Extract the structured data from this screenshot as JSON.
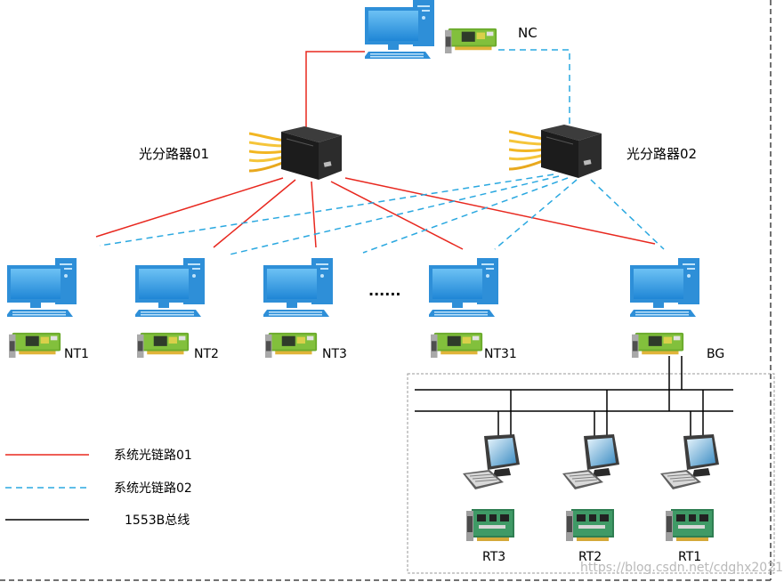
{
  "diagram": {
    "nodes": {
      "nc": "NC",
      "splitter_01": "光分路器01",
      "splitter_02": "光分路器02",
      "nt1": "NT1",
      "nt2": "NT2",
      "nt3": "NT3",
      "ellipsis": "......",
      "nt31": "NT31",
      "bg": "BG",
      "rt3": "RT3",
      "rt2": "RT2",
      "rt1": "RT1"
    },
    "legend": {
      "link_01": "系统光链路01",
      "link_02": "系统光链路02",
      "bus": "1553B总线"
    },
    "colors": {
      "link_01": "#e8281f",
      "link_02": "#2aa8e0",
      "bus": "#000000"
    },
    "watermark": "https://blog.csdn.net/cdghx2021"
  }
}
